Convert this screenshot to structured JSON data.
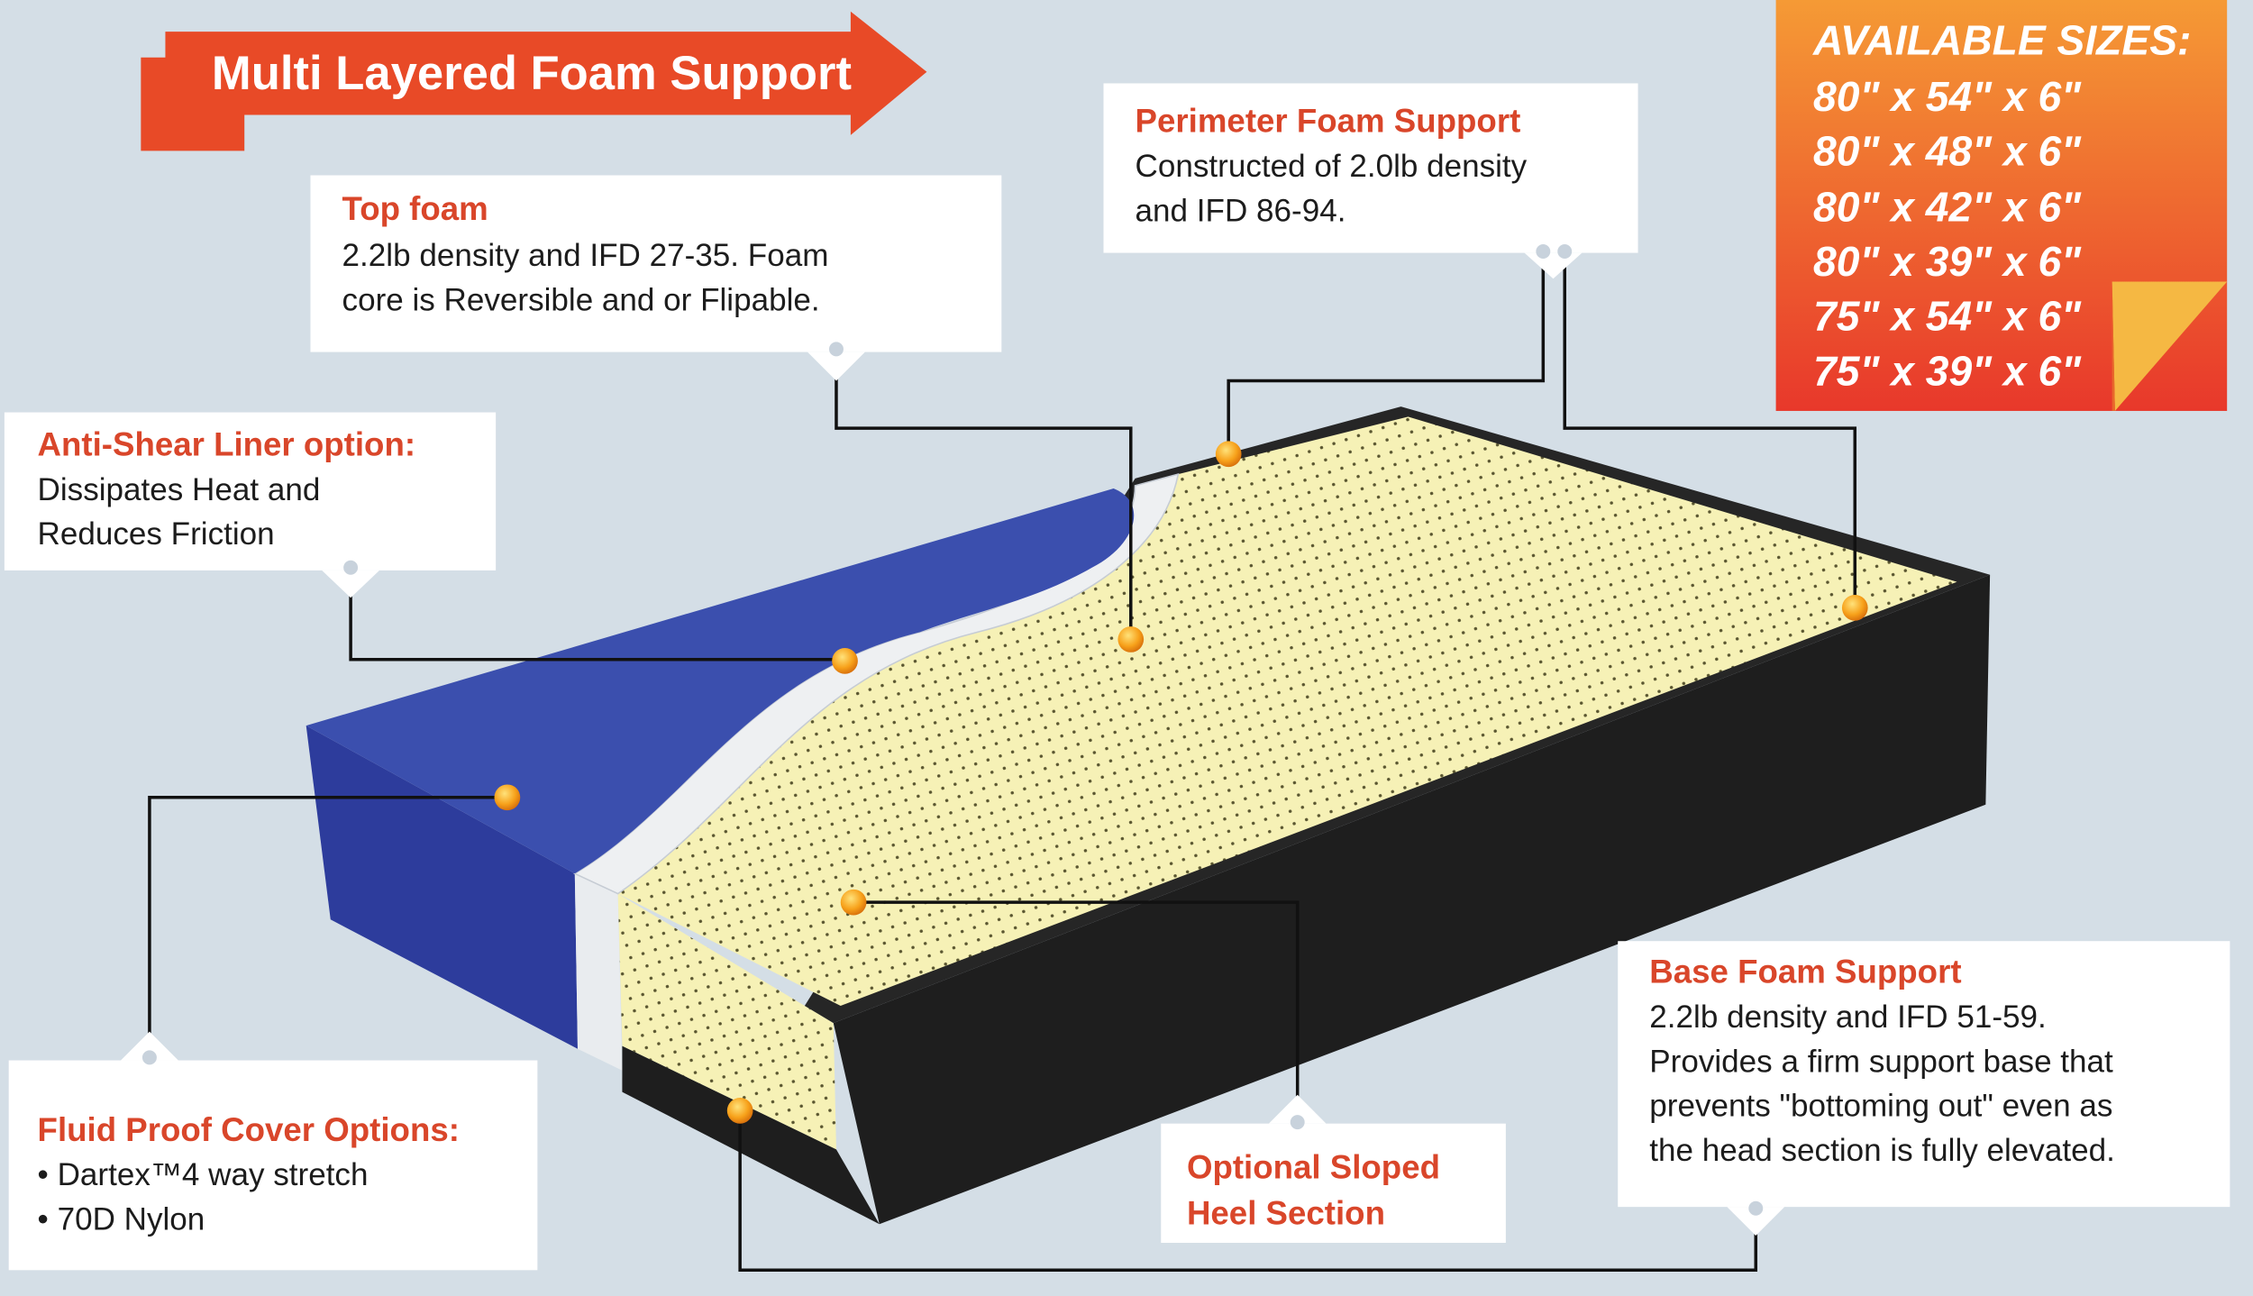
{
  "banner": {
    "label": "Multi Layered Foam Support"
  },
  "callouts": {
    "top_foam": {
      "title": "Top foam",
      "lines": [
        "2.2lb density and IFD 27-35. Foam",
        "core is Reversible and or Flipable."
      ]
    },
    "perimeter": {
      "title": "Perimeter Foam Support",
      "lines": [
        "Constructed of 2.0lb density",
        "and IFD 86-94."
      ]
    },
    "anti_shear": {
      "title": "Anti-Shear Liner option:",
      "lines": [
        "Dissipates Heat and",
        "Reduces Friction"
      ]
    },
    "fluid_proof": {
      "title": "Fluid Proof Cover Options:",
      "lines": [
        "• Dartex™4 way stretch",
        "• 70D Nylon"
      ]
    },
    "sloped_heel": {
      "title_lines": [
        "Optional Sloped",
        "Heel Section"
      ]
    },
    "base_foam": {
      "title": "Base Foam Support",
      "lines": [
        "2.2lb density and IFD 51-59.",
        "Provides a firm support base that",
        "prevents \"bottoming out\" even as",
        "the head section is fully elevated."
      ]
    }
  },
  "sizes": {
    "heading": "AVAILABLE SIZES:",
    "items": [
      "80\" x 54\" x 6\"",
      "80\" x 48\" x 6\"",
      "80\" x 42\" x 6\"",
      "80\" x 39\" x 6\"",
      "75\" x 54\" x 6\"",
      "75\" x 39\" x 6\""
    ]
  },
  "colors": {
    "accent": "#e84a27",
    "title": "#d9462a",
    "background": "#d4dee6",
    "cover_blue": "#3448a8",
    "foam_yellow": "#f7f2b8"
  }
}
